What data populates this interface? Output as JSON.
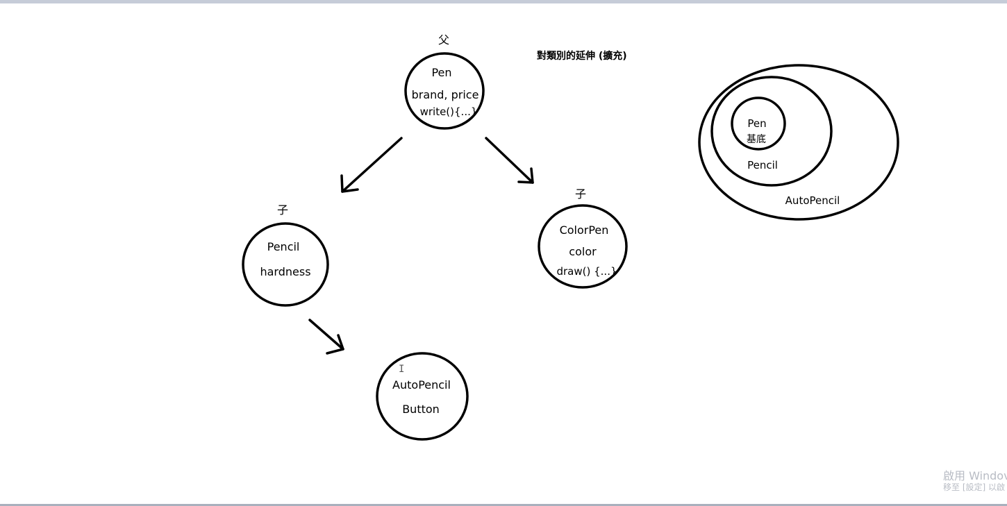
{
  "title": "對類別的延伸 (擴充)",
  "tree": {
    "parent_label": "父",
    "child_label_left": "子",
    "child_label_right": "子",
    "pen": {
      "name": "Pen",
      "fields": "brand, price",
      "method": "write(){...}"
    },
    "pencil": {
      "name": "Pencil",
      "fields": "hardness"
    },
    "colorpen": {
      "name": "ColorPen",
      "fields": "color",
      "method": "draw() {...}"
    },
    "autopencil": {
      "name": "AutoPencil",
      "fields": "Button"
    }
  },
  "venn": {
    "inner_name": "Pen",
    "inner_sub": "基底",
    "middle": "Pencil",
    "outer": "AutoPencil"
  },
  "watermark": {
    "line1": "啟用 Windov",
    "line2": "移至 [設定] 以啟"
  },
  "colors": {
    "ink": "#000000",
    "background": "#ffffff"
  }
}
